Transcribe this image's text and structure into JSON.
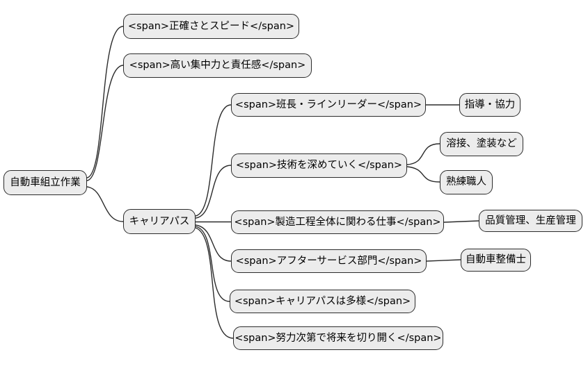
{
  "diagram": {
    "type": "mindmap",
    "background_color": "#ffffff",
    "node_fill_color": "#ececec",
    "node_border_color": "#2b2b2b",
    "edge_color": "#2b2b2b",
    "nodes": {
      "root": "自動車組立作業",
      "accuracy_speed": "<span>正確さとスピード</span>",
      "concentration": "<span>高い集中力と責任感</span>",
      "career_path": "キャリアパス",
      "line_leader": "<span>班長・ラインリーダー</span>",
      "guidance": "指導・協力",
      "deepen_skills": "<span>技術を深めていく</span>",
      "welding_painting": "溶接、塗装など",
      "craftsman": "熟練職人",
      "manufacturing": "<span>製造工程全体に関わる仕事</span>",
      "quality_mgmt": "品質管理、生産管理",
      "after_service": "<span>アフターサービス部門</span>",
      "mechanic": "自動車整備士",
      "diverse_paths": "<span>キャリアパスは多様</span>",
      "effort_future": "<span>努力次第で将来を切り開く</span>"
    },
    "edges": [
      {
        "from": "root",
        "to": "accuracy_speed"
      },
      {
        "from": "root",
        "to": "concentration"
      },
      {
        "from": "root",
        "to": "career_path"
      },
      {
        "from": "career_path",
        "to": "line_leader"
      },
      {
        "from": "career_path",
        "to": "deepen_skills"
      },
      {
        "from": "career_path",
        "to": "manufacturing"
      },
      {
        "from": "career_path",
        "to": "after_service"
      },
      {
        "from": "career_path",
        "to": "diverse_paths"
      },
      {
        "from": "career_path",
        "to": "effort_future"
      },
      {
        "from": "line_leader",
        "to": "guidance"
      },
      {
        "from": "deepen_skills",
        "to": "welding_painting"
      },
      {
        "from": "deepen_skills",
        "to": "craftsman"
      },
      {
        "from": "manufacturing",
        "to": "quality_mgmt"
      },
      {
        "from": "after_service",
        "to": "mechanic"
      }
    ]
  }
}
